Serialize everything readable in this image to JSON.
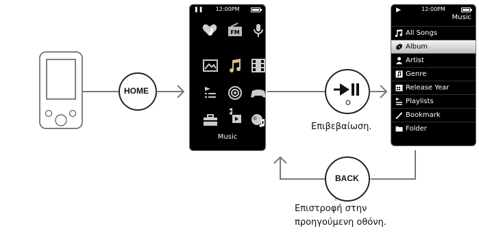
{
  "flow": {
    "home_button": "HOME",
    "play_pause_icon": "play-pause-icon",
    "back_button": "BACK",
    "confirm_caption": "Επιβεβαίωση.",
    "back_caption_line1": "Επιστροφή στην",
    "back_caption_line2": "προηγούμενη οθόνη."
  },
  "home_screen": {
    "status_time": "12:00PM",
    "selected_label": "Music",
    "icons": [
      "heart-note-icon",
      "fm-radio-icon",
      "microphone-icon",
      "photo-icon",
      "music-note-icon",
      "film-icon",
      "playlist-icon",
      "podcast-icon",
      "gamepad-icon",
      "toolbox-icon",
      "music-video-icon",
      "sense-me-icon"
    ]
  },
  "music_screen": {
    "status_time": "12:00PM",
    "title": "Music",
    "items": [
      {
        "label": "All Songs",
        "icon": "note-icon",
        "selected": false
      },
      {
        "label": "Album",
        "icon": "disc-icon",
        "selected": true
      },
      {
        "label": "Artist",
        "icon": "person-icon",
        "selected": false
      },
      {
        "label": "Genre",
        "icon": "genre-icon",
        "selected": false
      },
      {
        "label": "Release Year",
        "icon": "calendar-icon",
        "selected": false
      },
      {
        "label": "Playlists",
        "icon": "playlist-icon",
        "selected": false
      },
      {
        "label": "Bookmark",
        "icon": "bookmark-icon",
        "selected": false
      },
      {
        "label": "Folder",
        "icon": "folder-icon",
        "selected": false
      }
    ]
  }
}
